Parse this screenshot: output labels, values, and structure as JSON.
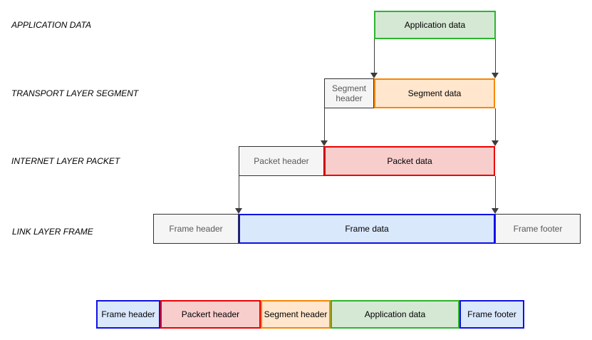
{
  "palette": {
    "green_fill": "#d5e8d4",
    "green_border": "#2db52d",
    "orange_fill": "#ffe6cc",
    "orange_border": "#f78705",
    "red_fill": "#f8cecc",
    "red_border": "#ee0000",
    "blue_fill": "#dae8fc",
    "blue_border": "#1010e6",
    "gray_fill": "#f5f5f5",
    "gray_border": "#333333",
    "gray_text": "#595959",
    "arrow_color": "#3d3d3d"
  },
  "layers": [
    {
      "label": "APPLICATION DATA",
      "boxes": [
        {
          "text": "Application data"
        }
      ]
    },
    {
      "label": "TRANSPORT LAYER SEGMENT",
      "boxes": [
        {
          "text": "Segment header"
        },
        {
          "text": "Segment data"
        }
      ]
    },
    {
      "label": "INTERNET LAYER PACKET",
      "boxes": [
        {
          "text": "Packet header"
        },
        {
          "text": "Packet data"
        }
      ]
    },
    {
      "label": "LINK LAYER FRAME",
      "boxes": [
        {
          "text": "Frame header"
        },
        {
          "text": "Frame data"
        },
        {
          "text": "Frame footer"
        }
      ]
    }
  ],
  "assembled_frame": [
    {
      "text": "Frame header"
    },
    {
      "text": "Packert header"
    },
    {
      "text": "Segment header"
    },
    {
      "text": "Application data"
    },
    {
      "text": "Frame footer"
    }
  ]
}
